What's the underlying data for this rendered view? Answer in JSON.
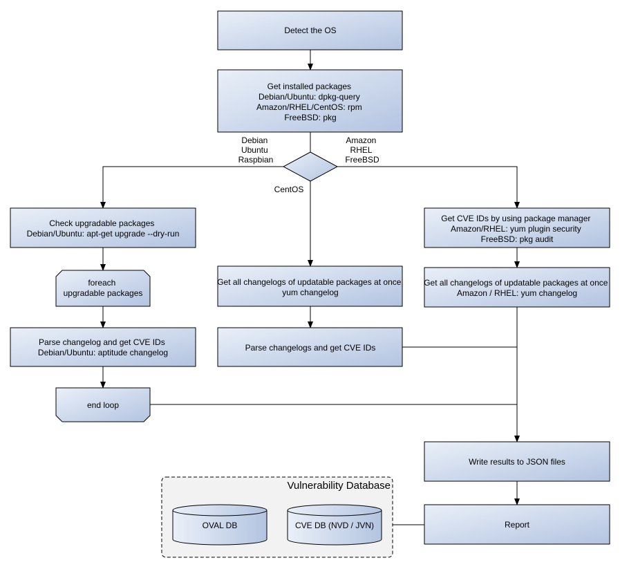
{
  "nodes": {
    "detect_os": "Detect the OS",
    "get_installed": [
      "Get installed packages",
      "Debian/Ubuntu: dpkg-query",
      "Amazon/RHEL/CentOS: rpm",
      "FreeBSD: pkg"
    ],
    "check_upgradable": [
      "Check upgradable packages",
      "Debian/Ubuntu: apt-get upgrade --dry-run"
    ],
    "foreach": [
      "foreach",
      "upgradable  packages"
    ],
    "parse_changelog_debian": [
      "Parse changelog and get  CVE IDs",
      "Debian/Ubuntu: aptitude changelog"
    ],
    "end_loop": "end loop",
    "centos_changelogs": [
      "Get all changelogs of updatable packages at once",
      "yum changelog"
    ],
    "centos_parse": "Parse changelogs and get CVE IDs",
    "cve_by_pm": [
      "Get CVE IDs by using package manager",
      "Amazon/RHEL: yum plugin security",
      "FreeBSD: pkg audit"
    ],
    "amazon_changelogs": [
      "Get all changelogs of updatable packages at once",
      "Amazon / RHEL: yum changelog"
    ],
    "write_json": "Write results to JSON files",
    "report": "Report"
  },
  "branch_labels": {
    "left": [
      "Debian",
      "Ubuntu",
      "Raspbian"
    ],
    "right": [
      "Amazon",
      "RHEL",
      "FreeBSD"
    ],
    "middle": "CentOS"
  },
  "vuln_db": {
    "title": "Vulnerability Database",
    "oval": "OVAL DB",
    "cve": "CVE DB (NVD / JVN)"
  },
  "colors": {
    "node_fill_start": "#e8eef7",
    "node_fill_end": "#b4c4e0",
    "group_fill": "#f2f2f2"
  }
}
